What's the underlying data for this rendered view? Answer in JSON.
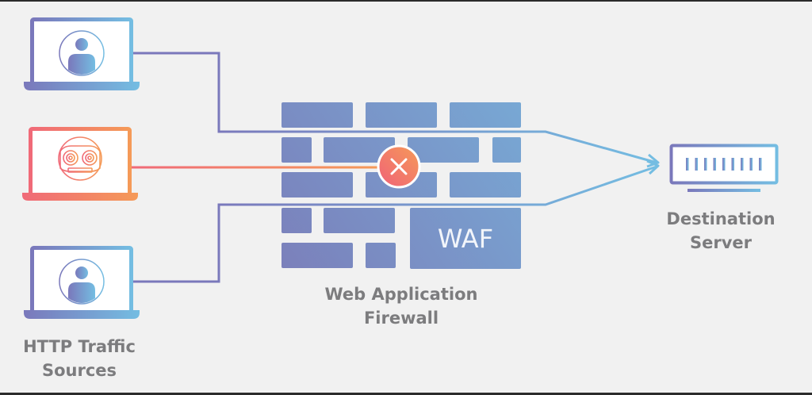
{
  "diagram": {
    "title": "Web Application Firewall traffic flow",
    "colors": {
      "background": "#f1f1f1",
      "purple": "#7a78bb",
      "blue": "#74b8e0",
      "red": "#f06a78",
      "orange": "#f59a58",
      "label": "#7c7c7e"
    },
    "sources": {
      "label": "HTTP Traffic Sources",
      "items": [
        {
          "type": "user",
          "icon": "user-icon",
          "status": "allowed"
        },
        {
          "type": "bot",
          "icon": "robot-icon",
          "status": "blocked"
        },
        {
          "type": "user",
          "icon": "user-icon",
          "status": "allowed"
        }
      ]
    },
    "firewall": {
      "label": "Web Application Firewall",
      "wall_text": "WAF",
      "block_icon": "close-icon"
    },
    "destination": {
      "label": "Destination Server",
      "icon": "server-icon"
    }
  },
  "labels": {
    "sources_line1": "HTTP Traffic",
    "sources_line2": "Sources",
    "waf_line1": "Web Application",
    "waf_line2": "Firewall",
    "server_line1": "Destination",
    "server_line2": "Server",
    "waf_text": "WAF"
  }
}
